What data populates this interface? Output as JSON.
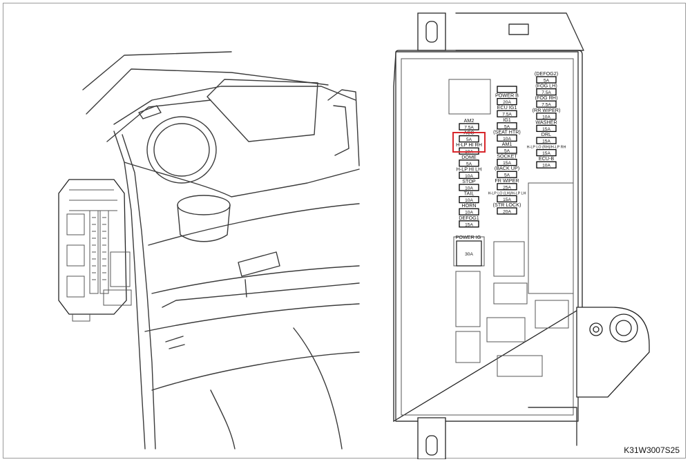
{
  "diagram_code": "K31W3007S25",
  "highlight_color": "#d7262b",
  "fuses": {
    "left_column": [
      {
        "name": "AM2",
        "amp": "7.5A"
      },
      {
        "name": "ACC",
        "amp": "5A",
        "highlighted": true
      },
      {
        "name": "H-LP HI RH",
        "amp": "10A"
      },
      {
        "name": "DOME",
        "amp": "5A"
      },
      {
        "name": "H-LP HI LH",
        "amp": "10A"
      },
      {
        "name": "STOP",
        "amp": "10A"
      },
      {
        "name": "TAIL",
        "amp": "10A"
      },
      {
        "name": "HORN",
        "amp": "10A"
      },
      {
        "name": "DEFOG1",
        "amp": "15A"
      }
    ],
    "middle_column": [
      {
        "name": "",
        "amp": ""
      },
      {
        "name": "POWER B",
        "amp": "20A"
      },
      {
        "name": "ECU IG1",
        "amp": "7.5A"
      },
      {
        "name": "IG1",
        "amp": "5A"
      },
      {
        "name": "(SEAT HTR)",
        "amp": "10A"
      },
      {
        "name": "AM1",
        "amp": "5A"
      },
      {
        "name": "SOCKET",
        "amp": "15A"
      },
      {
        "name": "(BACK UP)",
        "amp": "5A"
      },
      {
        "name": "FR WIPER",
        "amp": "25A"
      },
      {
        "name": "H-LP LO (LH)/H-LP LH",
        "amp": "15A"
      },
      {
        "name": "(STR LOCK)",
        "amp": "20A"
      }
    ],
    "right_column": [
      {
        "name": "(DEFOG2)",
        "amp": "5A"
      },
      {
        "name": "(FOG LH)",
        "amp": "7.5A"
      },
      {
        "name": "(FOG RH)",
        "amp": "7.5A"
      },
      {
        "name": "(RR WIPER)",
        "amp": "10A"
      },
      {
        "name": "WASHER",
        "amp": "15A"
      },
      {
        "name": "DRL",
        "amp": "15A"
      },
      {
        "name": "H-LP LO (RH)/H-LP RH",
        "amp": "15A"
      },
      {
        "name": "ECU-B",
        "amp": "10A"
      }
    ]
  },
  "power_ig": {
    "name": "POWER IG",
    "amp": "30A"
  }
}
